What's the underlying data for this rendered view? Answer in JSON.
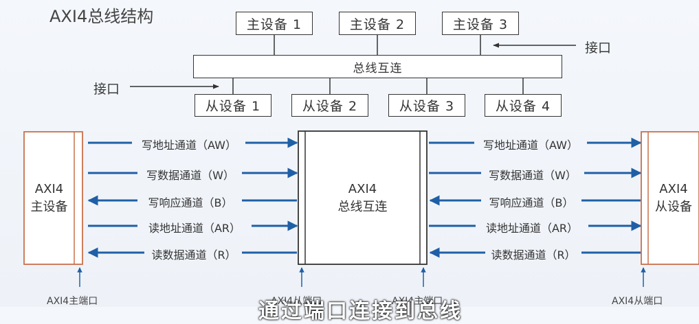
{
  "title": "AXI4总线结构",
  "top_diagram": {
    "masters": [
      "主设备 1",
      "主设备 2",
      "主设备 3"
    ],
    "interconnect": "总线互连",
    "slaves": [
      "从设备 1",
      "从设备 2",
      "从设备 3",
      "从设备 4"
    ],
    "interface_label_left": "接口",
    "interface_label_right": "接口"
  },
  "bottom_diagram": {
    "master_line1": "AXI4",
    "master_line2": "主设备",
    "center_line1": "AXI4",
    "center_line2": "总线互连",
    "slave_line1": "AXI4",
    "slave_line2": "从设备",
    "channels": [
      {
        "label": "写地址通道（AW）",
        "direction": "right"
      },
      {
        "label": "写数据通道（W）",
        "direction": "right"
      },
      {
        "label": "写响应通道（B）",
        "direction": "left"
      },
      {
        "label": "读地址通道（AR）",
        "direction": "right"
      },
      {
        "label": "读数据通道（R）",
        "direction": "left"
      }
    ],
    "port_master": "AXI4主端口",
    "port_center_left": "AXI4从端口",
    "port_center_right": "AXI4主端口",
    "port_slave": "AXI4从端口"
  },
  "colors": {
    "arrow": "#1f5fa6",
    "device_border": "#c8704a"
  },
  "subtitle": "通过端口连接到总线"
}
